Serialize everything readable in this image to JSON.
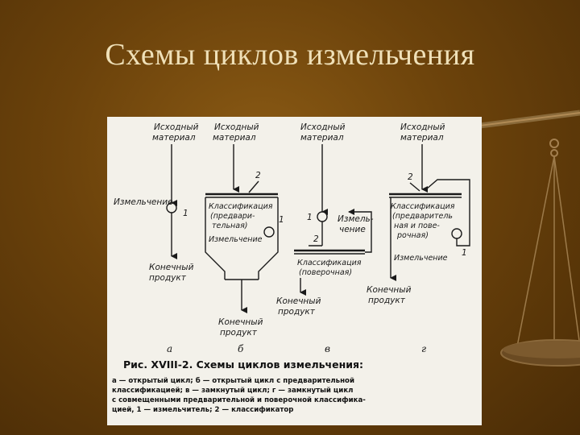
{
  "slide": {
    "title": "Схемы циклов измельчения"
  },
  "figure": {
    "labels": {
      "source_material_line1": "Исходный",
      "source_material_line2": "материал",
      "grinding": "Измельчение",
      "grinding_split_1": "Измель-",
      "grinding_split_2": "чение",
      "final_product_line1": "Конечный",
      "final_product_line2": "продукт",
      "final_product_split_1": "Конечный",
      "final_product_split_2": "продукт",
      "classification_pre_1": "Классификация",
      "classification_pre_2": "(предвари-",
      "classification_pre_3": "тельная)",
      "classification_check_1": "Классификация",
      "classification_check_2": "(поверочная)",
      "classification_combined_1": "Классификация",
      "classification_combined_2": "(предваритель",
      "classification_combined_3": "ная и пове-",
      "classification_combined_4": "рочная)",
      "num_1": "1",
      "num_2": "2"
    },
    "panel_letters": [
      "а",
      "б",
      "в",
      "г"
    ],
    "caption": {
      "title": "Рис. XVIII-2. Схемы циклов измельчения:",
      "lines": [
        "а — открытый цикл; б — открытый цикл с предварительной",
        "классификацией; в — замкнутый цикл; г — замкнутый цикл",
        "с совмещенными предварительной и поверочной классифика-",
        "цией, 1 — измельчитель; 2 — классификатор"
      ]
    }
  }
}
